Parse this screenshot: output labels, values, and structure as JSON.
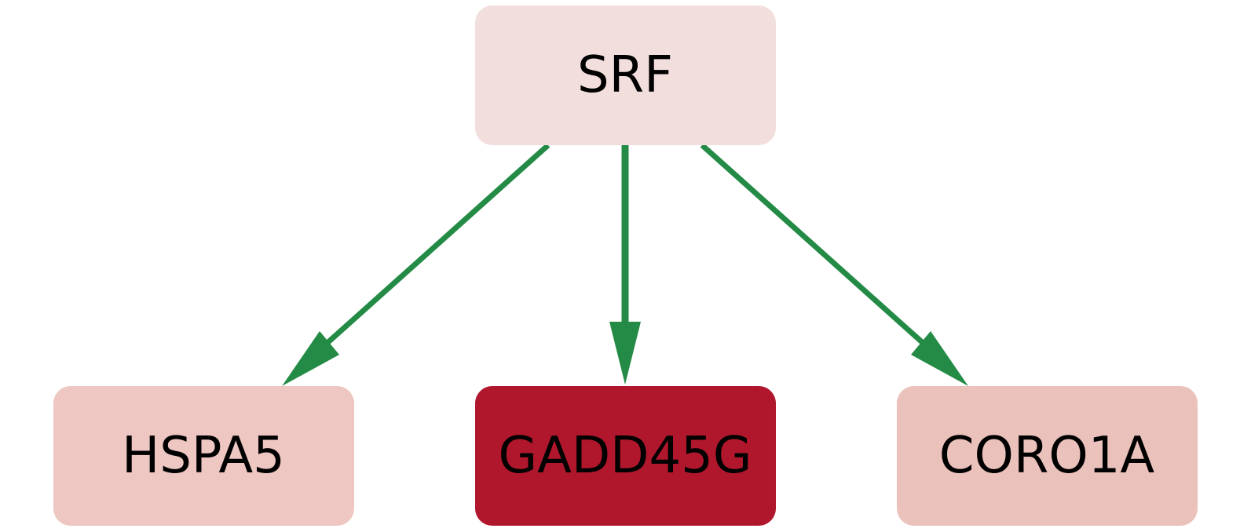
{
  "nodes": [
    {
      "id": "srf",
      "label": "SRF",
      "color": "#f2dfdd"
    },
    {
      "id": "hspa5",
      "label": "HSPA5",
      "color": "#eec6c2"
    },
    {
      "id": "gadd45g",
      "label": "GADD45G",
      "color": "#b0172d"
    },
    {
      "id": "coro1a",
      "label": "CORO1A",
      "color": "#ebc1bc"
    }
  ],
  "edges": [
    {
      "from": "srf",
      "to": "hspa5",
      "color": "#238b45"
    },
    {
      "from": "srf",
      "to": "gadd45g",
      "color": "#238b45"
    },
    {
      "from": "srf",
      "to": "coro1a",
      "color": "#238b45"
    }
  ]
}
